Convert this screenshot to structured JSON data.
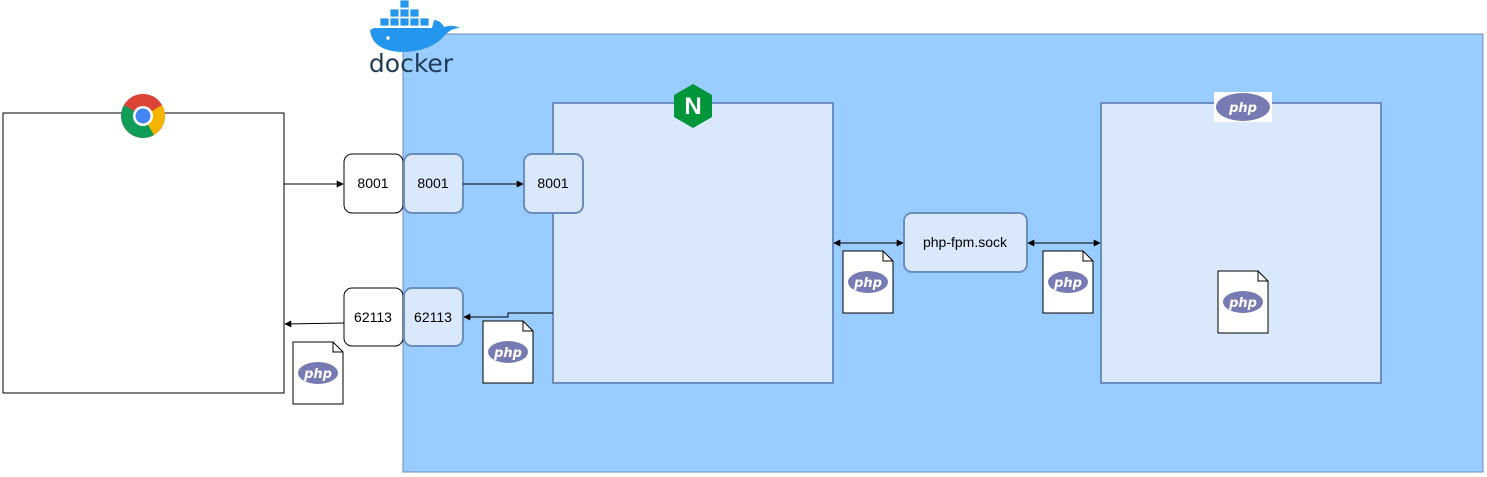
{
  "docker": {
    "label": "docker"
  },
  "nginx": {
    "letter": "N"
  },
  "php": {
    "logo_text": "php",
    "file_text": "php"
  },
  "ports": {
    "host_in": "8001",
    "container_in": "8001",
    "nginx_in": "8001",
    "host_out": "62113",
    "container_out": "62113"
  },
  "socket": {
    "label": "php-fpm.sock"
  },
  "colors": {
    "docker_area": "#99ccff",
    "container_fill": "#dae8fc",
    "container_stroke": "#6c8ebf",
    "nginx_green": "#009639",
    "php_blue": "#777bb3",
    "docker_blue": "#2496ed"
  }
}
